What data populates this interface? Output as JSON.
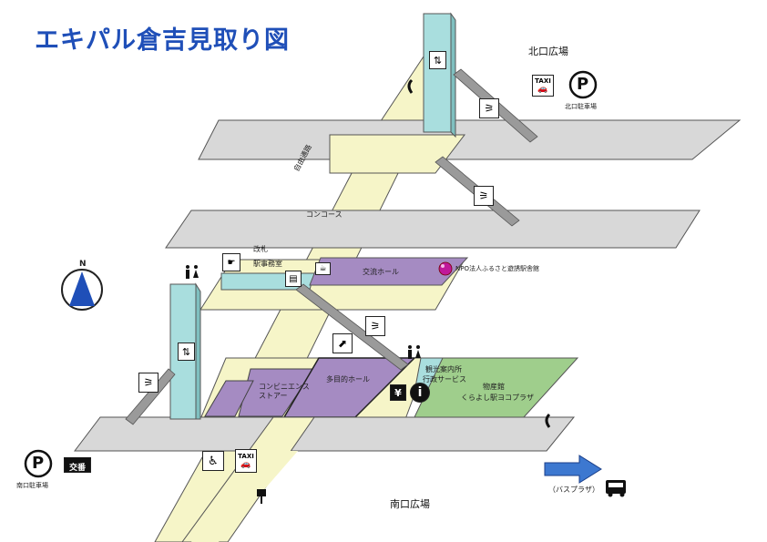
{
  "title": "エキパル倉吉見取り図",
  "labels": {
    "north_plaza": "北口広場",
    "north_parking": "北口駐車場",
    "concourse": "コンコース",
    "ticket_gate": "改札",
    "station_office": "駅事務室",
    "exchange_hall": "交流ホール",
    "npo": "NPO法人ふるさと遊誘駅舎館",
    "convenience_store": "コンビニエンスストアー",
    "multipurpose_hall": "多目的ホール",
    "tourist_info": "観光案内所",
    "admin_service": "行政サービス",
    "product_hall": "物産館",
    "product_plaza": "くらよし駅ヨコプラザ",
    "south_plaza": "南口広場",
    "south_parking": "南口駐車場",
    "bus_plaza": "（バスプラザ）",
    "free_passage": "自由通路",
    "north_mark": "N",
    "parking_mark": "P",
    "taxi_text": "TAXI",
    "police_box": "交番",
    "yen_mark": "¥"
  },
  "icons": [
    "elevator-icon",
    "escalator-icon",
    "stairs-icon",
    "telephone-icon",
    "restroom-icon",
    "parking-icon",
    "taxi-icon",
    "wheelchair-icon",
    "bus-icon",
    "info-icon",
    "atm-icon",
    "cafe-icon",
    "ticket-machine-icon",
    "police-box-icon",
    "mailbox-icon",
    "north-compass-icon"
  ],
  "colors": {
    "title": "#1f4fb8",
    "platform": "#d8d8d8",
    "passage": "#f6f5c8",
    "elevator_shaft": "#a9dede",
    "exchange_hall": "#a58bc2",
    "product_hall": "#9fce8c",
    "arrow": "#3d78d0",
    "npo_marker": "#c0189a"
  }
}
